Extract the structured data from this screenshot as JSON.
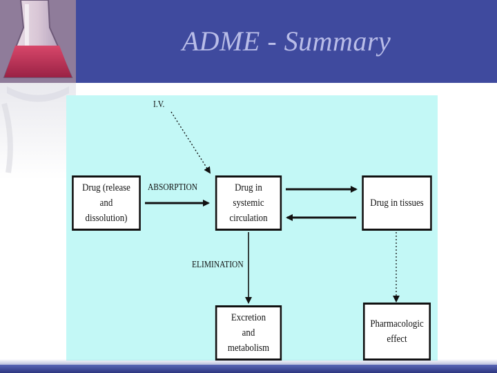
{
  "slide": {
    "title": "ADME - Summary"
  },
  "diagram": {
    "boxes": {
      "drug_release": "Drug (release and dissolution)",
      "systemic": "Drug in systemic circulation",
      "tissues": "Drug in tissues",
      "excretion": "Excretion and metabolism",
      "pharmacologic": "Pharmacologic effect"
    },
    "labels": {
      "iv": "I.V.",
      "absorption": "ABSORPTION",
      "elimination": "ELIMINATION"
    }
  },
  "colors": {
    "header": "#3f4a9e",
    "title": "#b9bde8",
    "panel": "#c3f8f6"
  }
}
